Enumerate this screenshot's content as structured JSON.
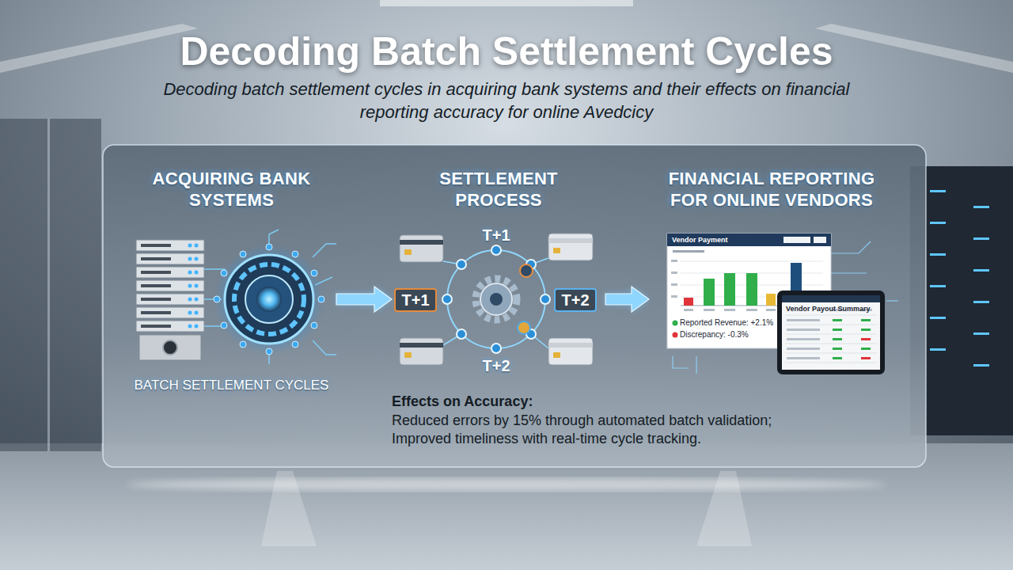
{
  "diagram": {
    "title": "Decoding Batch Settlement Cycles",
    "caption": "Decoding batch settlement cycles in acquiring bank systems and their effects on financial reporting accuracy for online Avedcicy",
    "nodes": [
      {
        "text": [
          "ACQUIRING BANK SYSTEMS",
          "BATCH SETTLEMENT CYCLES"
        ]
      },
      {
        "text": [
          "SETTLEMENT PROCESS"
        ]
      },
      {
        "text": [
          "FINANCIAL REPORTING FOR ONLINE VENDORS"
        ]
      },
      {
        "text": [
          "T+1"
        ],
        "in": 1
      },
      {
        "text": [
          "T+2"
        ],
        "in": 1
      }
    ],
    "edges": [
      {
        "from": 0,
        "to": 1,
        "arrow": "to"
      },
      {
        "from": 1,
        "to": 2,
        "arrow": "to"
      }
    ],
    "labels": [
      "T+1",
      "T+2",
      "Vendor Payment",
      "Reported Revenue: +2.1%",
      "Discrepancy: -0.3%",
      "Vendor Payout Summary",
      "Effects on Accuracy:",
      "Reduced errors by 15% through automated batch validation;",
      "Improved timeliness with real-time cycle tracking."
    ]
  }
}
